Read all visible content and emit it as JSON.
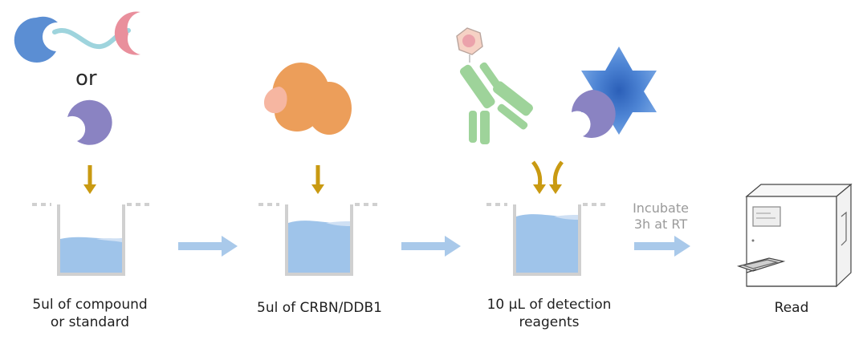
{
  "connector_word": "or",
  "steps": [
    {
      "label_lines": [
        "5ul of compound",
        "or standard"
      ]
    },
    {
      "label_lines": [
        "5ul of CRBN/DDB1"
      ]
    },
    {
      "label_lines": [
        "10 µL of detection",
        "reagents"
      ]
    },
    {
      "label_lines": [
        "Read"
      ]
    }
  ],
  "incubate_lines": [
    "Incubate",
    "3h at RT"
  ],
  "colors": {
    "blue_crescent": "#5b8ed3",
    "pink_crescent": "#e98f9c",
    "linker": "#9ed4dd",
    "purple": "#8a83c2",
    "orange_protein": "#ec9e5a",
    "peach_lobe": "#f6b6a1",
    "antibody_green": "#9ed39a",
    "star_blue": "#5a8fd8",
    "drop_arrow": "#c99a12",
    "flow_arrow": "#a9c9ea",
    "well_wall": "#d0d0d0",
    "liquid": "#9fc4ea",
    "liquid_top": "#cfe0f4"
  },
  "icons": [
    "reader-instrument-icon",
    "antibody-icon",
    "fluorophore-star-icon"
  ]
}
